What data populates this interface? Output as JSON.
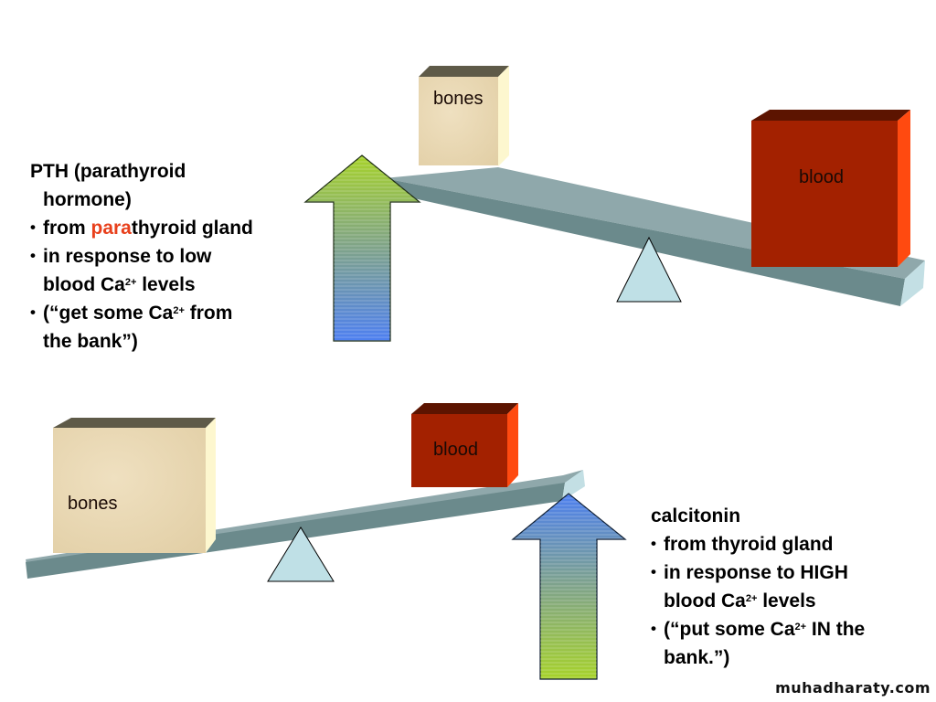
{
  "title": "PTH and calcitonin regulation of blood calcium (seesaw analogy)",
  "colors": {
    "highlight": "#e8401c",
    "blood_front": "#a32100",
    "blood_top": "#5c1400",
    "blood_side": "#ff4a10",
    "bone_front": "#e8d6b0",
    "bone_top": "#5e5a48",
    "bone_side": "#fdf7cf",
    "beam_top": "#8fa8ab",
    "beam_front": "#6b8a8c",
    "beam_end": "#c3dfe4",
    "fulcrum": "#bfe0e6",
    "arrow_green": "#a6d22a",
    "arrow_blue": "#4d7ff0"
  },
  "top_panel": {
    "heading_line1": "PTH (parathyroid",
    "heading_line2": "hormone)",
    "bullets": [
      {
        "pre": "from ",
        "highlight": "para",
        "post": "thyroid gland"
      },
      {
        "line1": "in response to low",
        "line2_pre": "blood Ca",
        "line2_sup": "2+",
        "line2_post": " levels"
      },
      {
        "line1_pre": "(“get some Ca",
        "line1_sup": "2+",
        "line1_post": " from",
        "line2": "the bank”)"
      }
    ],
    "left_box_label": "bones",
    "right_box_label": "blood",
    "arrow_direction": "up",
    "arrow_gradient": "green-top-to-blue-bottom"
  },
  "bottom_panel": {
    "heading": "calcitonin",
    "bullets": [
      {
        "text": "from thyroid gland"
      },
      {
        "line1": "in response to HIGH",
        "line2_pre": "blood Ca",
        "line2_sup": "2+",
        "line2_post": " levels"
      },
      {
        "line1_pre": "(“put some Ca",
        "line1_sup": "2+",
        "line1_post": " IN the",
        "line2": "bank.”)"
      }
    ],
    "left_box_label": "bones",
    "right_box_label": "blood",
    "arrow_direction": "up",
    "arrow_gradient": "blue-top-to-green-bottom"
  },
  "watermark": "muhadharaty.com",
  "bullet_char": "•"
}
